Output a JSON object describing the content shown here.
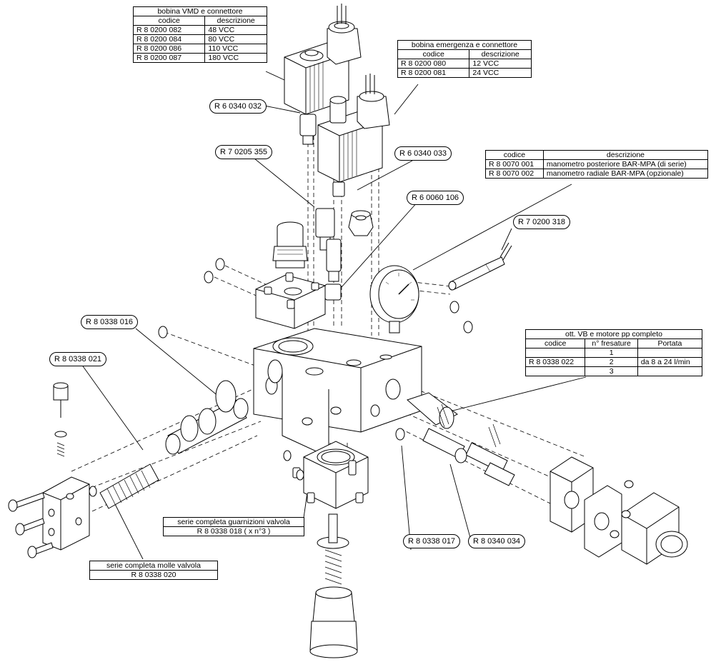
{
  "tables": {
    "vmd": {
      "title": "bobina VMD e connettore",
      "headers": [
        "codice",
        "descrizione"
      ],
      "rows": [
        [
          "R 8 0200 082",
          "48 VCC"
        ],
        [
          "R 8 0200 084",
          "80 VCC"
        ],
        [
          "R 8 0200 086",
          "110 VCC"
        ],
        [
          "R 8 0200 087",
          "180 VCC"
        ]
      ]
    },
    "emergenza": {
      "title": "bobina emergenza e connettore",
      "headers": [
        "codice",
        "descrizione"
      ],
      "rows": [
        [
          "R 8 0200 080",
          "12 VCC"
        ],
        [
          "R 8 0200 081",
          "24 VCC"
        ]
      ]
    },
    "manometro": {
      "headers": [
        "codice",
        "descrizione"
      ],
      "rows": [
        [
          "R 8 0070 001",
          "manometro posteriore BAR-MPA (di serie)"
        ],
        [
          "R 8 0070 002",
          "manometro radiale BAR-MPA (opzionale)"
        ]
      ]
    },
    "motore": {
      "title": "ott. VB e motore pp completo",
      "headers": [
        "codice",
        "n° fresature",
        "Portata"
      ],
      "code": "R 8 0338 022",
      "fresature": [
        "1",
        "2",
        "3"
      ],
      "portata": "da 8 a 24 l/min"
    },
    "guarnizioni": {
      "title": "serie completa guarnizioni valvola",
      "code": "R 8 0338 018 ( x n°3 )"
    },
    "molle": {
      "title": "serie completa molle valvola",
      "code": "R 8 0338 020"
    }
  },
  "callouts": {
    "c1": "R 6 0340 032",
    "c2": "R 7 0205 355",
    "c3": "R 6 0340 033",
    "c4": "R 6 0060 106",
    "c5": "R 7 0200 318",
    "c6": "R 8 0338 016",
    "c7": "R 8 0338 021",
    "c8": "R 8 0338 017",
    "c9": "R 8 0340 034"
  },
  "colors": {
    "line": "#000000",
    "part_fill": "#ffffff",
    "shade": "#d9d9d9"
  }
}
